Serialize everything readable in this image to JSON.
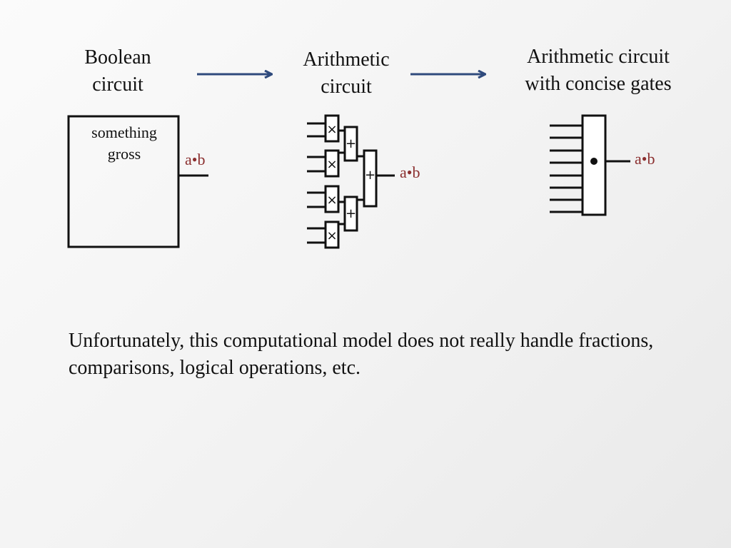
{
  "titles": {
    "boolean": [
      "Boolean",
      "circuit"
    ],
    "arithmetic": [
      "Arithmetic",
      "circuit"
    ],
    "concise": [
      "Arithmetic circuit",
      "with concise gates"
    ]
  },
  "boolean_box": {
    "text": [
      "something",
      "gross"
    ]
  },
  "output_label": "a•b",
  "gate_symbols": {
    "multiply": "×",
    "add": "+",
    "dot": "•"
  },
  "paragraph": "Unfortunately, this computational model does not really handle fractions, comparisons, logical operations, etc.",
  "colors": {
    "arrow": "#2f4a7c",
    "output_label": "#8b2f2f"
  },
  "icons": [
    "right-arrow-icon",
    "right-arrow-icon"
  ]
}
